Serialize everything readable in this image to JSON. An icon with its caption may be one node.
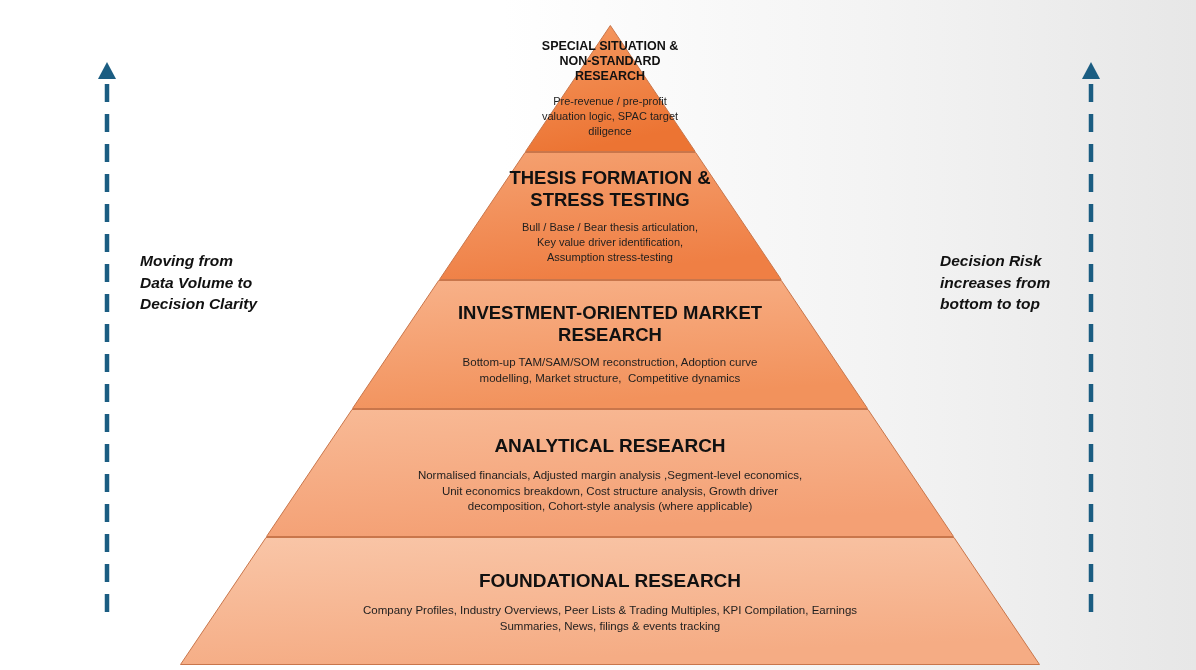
{
  "diagram": {
    "nodes": [
      {
        "text": [
          "SPECIAL SITUATION & NON-STANDARD RESEARCH",
          "Pre-revenue / pre-profit valuation logic, SPAC target diligence"
        ]
      },
      {
        "text": [
          "THESIS FORMATION & STRESS TESTING",
          "Bull / Base / Bear thesis articulation, Key value driver identification, Assumption stress-testing"
        ]
      },
      {
        "text": [
          "INVESTMENT-ORIENTED MARKET RESEARCH",
          "Bottom-up TAM/SAM/SOM reconstruction, Adoption curve modelling, Market structure,  Competitive dynamics"
        ]
      },
      {
        "text": [
          "ANALYTICAL RESEARCH",
          "Normalised financials, Adjusted margin analysis ,Segment-level economics, Unit economics breakdown, Cost structure analysis, Growth driver decomposition, Cohort-style analysis (where applicable)"
        ]
      },
      {
        "text": [
          "FOUNDATIONAL RESEARCH",
          "Company Profiles, Industry Overviews, Peer Lists & Trading Multiples, KPI Compilation, Earnings Summaries, News, filings & events tracking"
        ]
      }
    ],
    "labels": [
      "Moving from Data Volume to Decision Clarity",
      "Decision Risk increases from bottom to top"
    ]
  }
}
